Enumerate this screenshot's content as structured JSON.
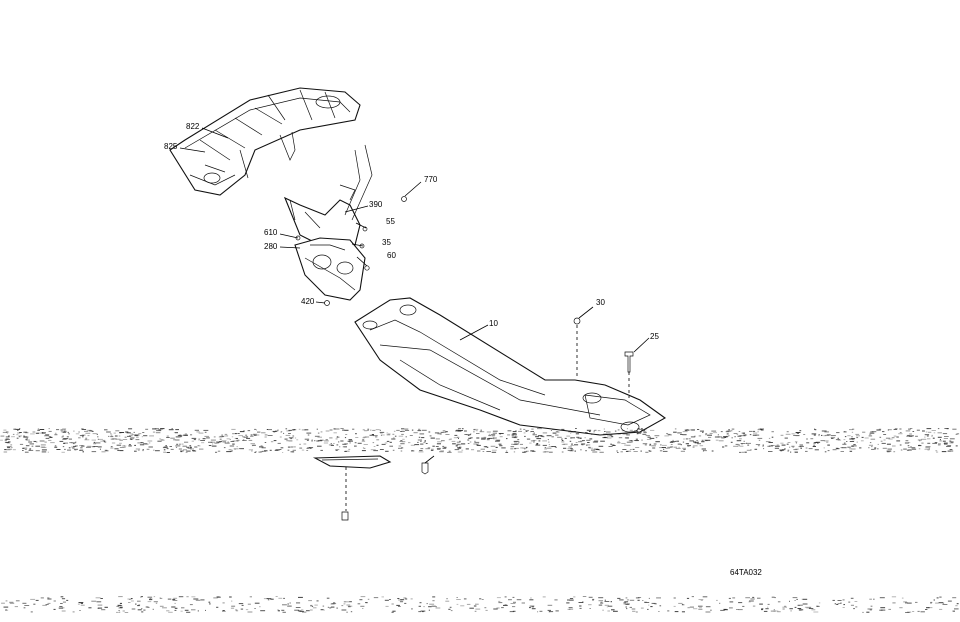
{
  "diagram": {
    "drawing_code": "64TA032",
    "callouts": [
      {
        "id": "822",
        "label": "822"
      },
      {
        "id": "825",
        "label": "825"
      },
      {
        "id": "770",
        "label": "770"
      },
      {
        "id": "390",
        "label": "390"
      },
      {
        "id": "55",
        "label": "55"
      },
      {
        "id": "610",
        "label": "610"
      },
      {
        "id": "35",
        "label": "35"
      },
      {
        "id": "280",
        "label": "280"
      },
      {
        "id": "60",
        "label": "60"
      },
      {
        "id": "420",
        "label": "420"
      },
      {
        "id": "30",
        "label": "30"
      },
      {
        "id": "10",
        "label": "10"
      },
      {
        "id": "25",
        "label": "25"
      }
    ]
  }
}
